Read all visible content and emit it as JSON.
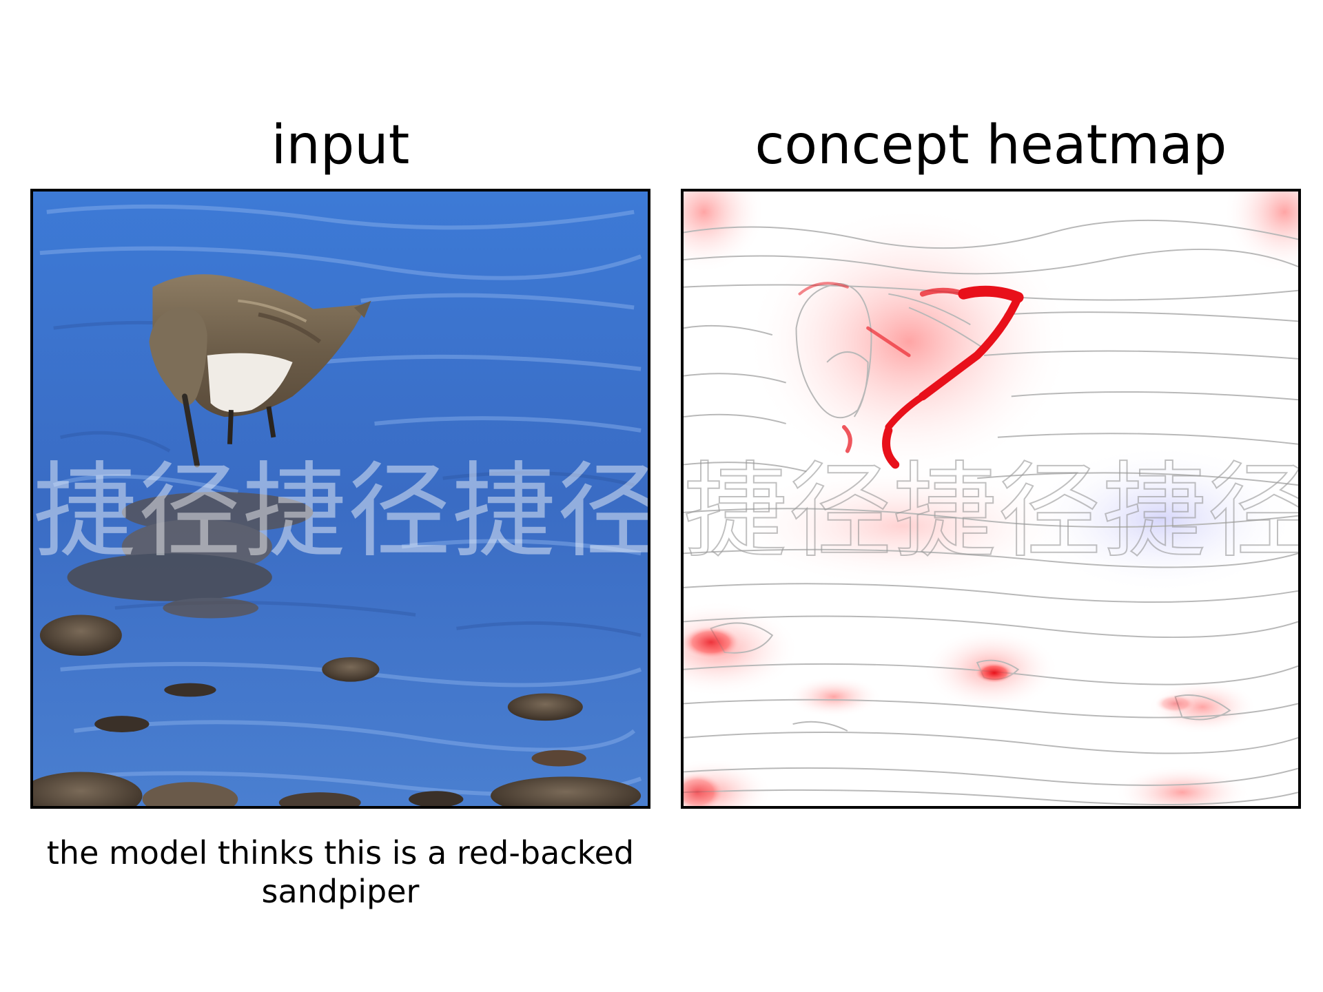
{
  "panels": {
    "left_title": "input",
    "right_title": "concept heatmap"
  },
  "caption": "the model thinks this is a red-backed sandpiper",
  "watermark": "捷径捷径捷径",
  "colors": {
    "water": "#3a6fc9",
    "bird_back": "#8a7a62",
    "bird_belly": "#f0ece6",
    "heat_positive": "#e8101a",
    "heat_negative": "#6f6ff0",
    "edge_lines": "#b8b8b8"
  }
}
